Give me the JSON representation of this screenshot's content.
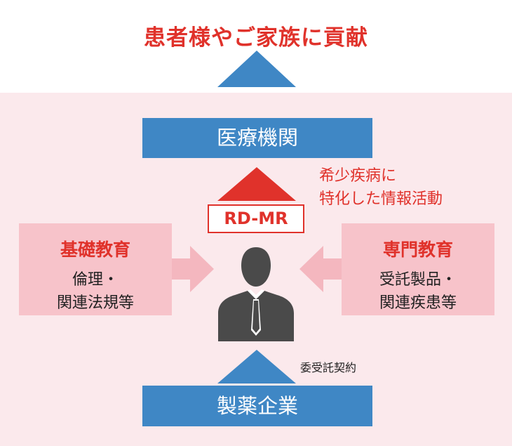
{
  "goal": "患者様やご家族に貢献",
  "medical_institution": "医療機関",
  "rd_mr": "RD-MR",
  "activity": {
    "line1": "希少疾病に",
    "line2": "特化した情報活動"
  },
  "basic_education": {
    "title": "基礎教育",
    "line1": "倫理・",
    "line2": "関連法規等"
  },
  "specialized_education": {
    "title": "専門教育",
    "line1": "受託製品・",
    "line2": "関連疾患等"
  },
  "contract": "委受託契約",
  "pharma_company": "製薬企業",
  "colors": {
    "red": "#e0322b",
    "blue": "#3f87c5",
    "pink_bg": "#fbe9ec",
    "pink_panel": "#f7c3ca",
    "arrow_pink": "#f4b7bf",
    "person": "#4a4a4a"
  },
  "icons": {
    "person": "businessman-icon"
  }
}
